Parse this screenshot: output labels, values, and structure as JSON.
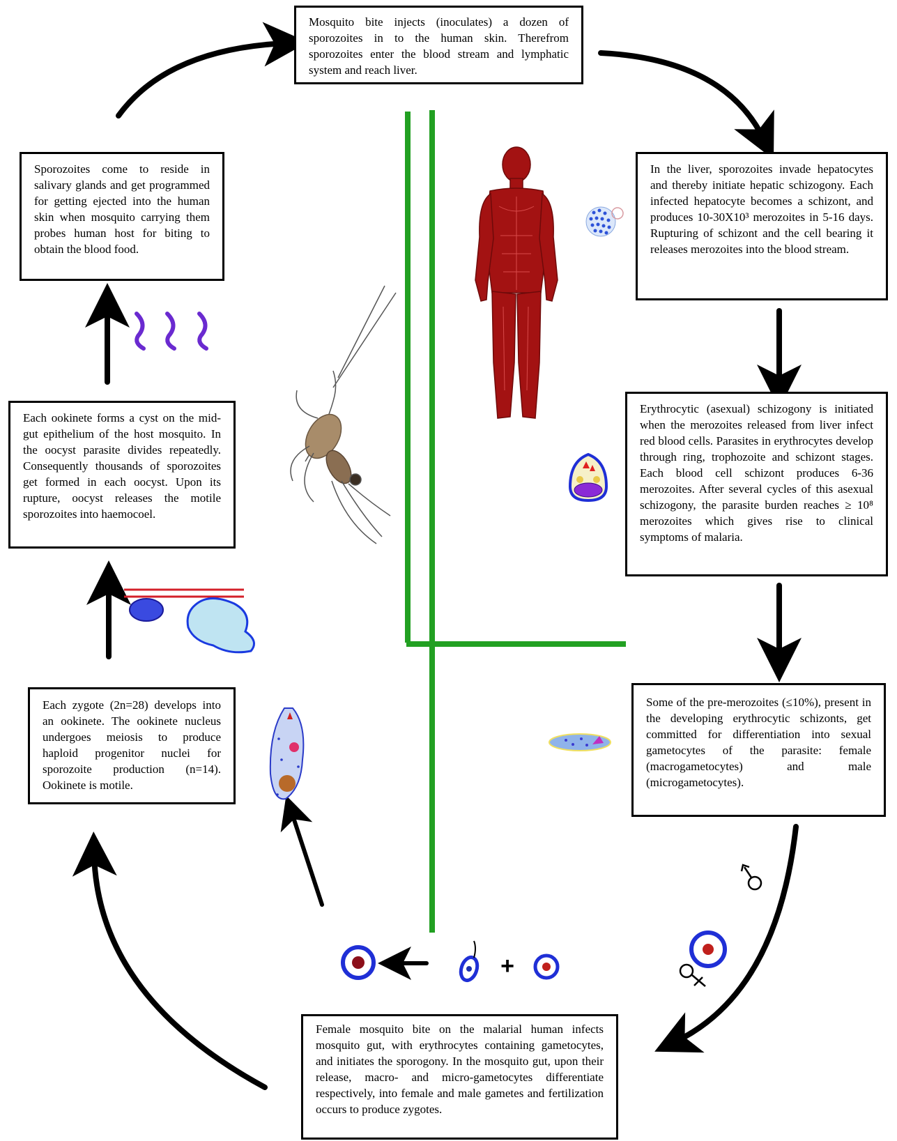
{
  "stages": {
    "bite": "Mosquito bite injects (inoculates) a dozen of sporozoites in to the human skin. Therefrom sporozoites enter the blood stream and lymphatic system and reach liver.",
    "liver": "In the liver, sporozoites invade hepatocytes and thereby initiate hepatic schizogony. Each infected hepatocyte becomes a schizont, and produces 10-30X10³ merozoites in 5-16 days. Rupturing of schizont and the cell bearing it releases merozoites into the blood stream.",
    "erythrocytic": "Erythrocytic (asexual) schizogony is initiated when the merozoites released from liver infect red blood cells. Parasites in erythrocytes develop through ring, trophozoite and schizont stages. Each blood cell schizont produces 6-36 merozoites. After several cycles of this asexual schizogony, the parasite burden reaches ≥ 10⁸ merozoites which gives rise to clinical symptoms of malaria.",
    "gametocytes": "Some of the pre-merozoites (≤10%), present in the developing erythrocytic schizonts, get committed for differentiation into sexual gametocytes of the parasite: female (macrogametocytes) and male (microgametocytes).",
    "mosquito_gut": "Female mosquito bite on the malarial human infects mosquito gut, with erythrocytes containing gametocytes, and initiates the sporogony. In the mosquito gut, upon their release, macro- and micro-gametocytes differentiate respectively, into female and male gametes and fertilization occurs to produce zygotes.",
    "ookinete": "Each zygote (2n=28) develops into an ookinete. The ookinete nucleus undergoes meiosis to produce haploid progenitor nuclei for sporozoite production (n=14). Ookinete is motile.",
    "oocyst": "Each ookinete forms a cyst on the mid-gut epithelium of the host mosquito. In the oocyst parasite divides repeatedly. Consequently thousands of sporozoites get formed in each oocyst. Upon its rupture, oocyst releases the motile sporozoites into haemocoel.",
    "salivary": "Sporozoites come to reside in salivary glands and get programmed for getting ejected into the human skin when mosquito carrying them probes human host for biting to obtain the blood food."
  },
  "symbols": {
    "plus": "+",
    "male": "♂",
    "female": "♀"
  },
  "colors": {
    "divider": "#22a022",
    "human": "#a31212",
    "target_ring": "#1f2fd6",
    "female_dot": "#c0201c",
    "male_dot": "#1c2fb0",
    "zygote_dot": "#8c0f1a",
    "arrow": "#000000"
  }
}
